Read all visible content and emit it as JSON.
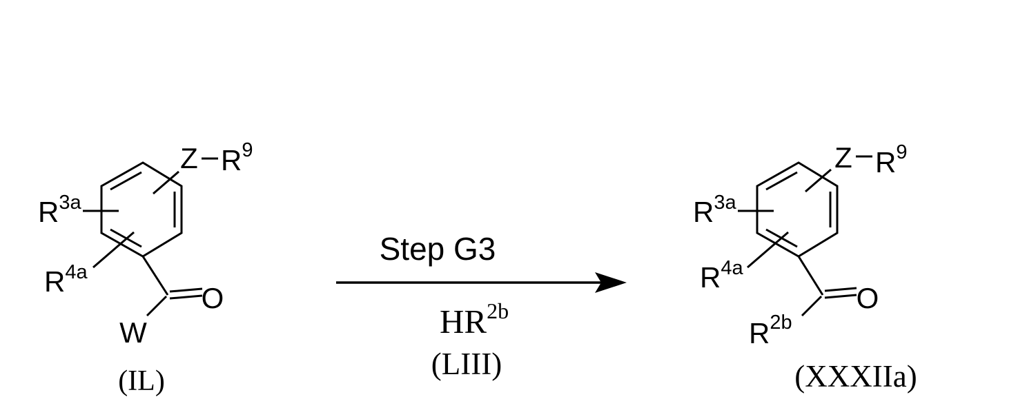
{
  "colors": {
    "ink": "#000000",
    "background": "#ffffff"
  },
  "scheme": {
    "reactant": {
      "id_label": "(IL)",
      "atoms": {
        "r3a": {
          "base": "R",
          "sup": "3a"
        },
        "r4a": {
          "base": "R",
          "sup": "4a"
        },
        "z": "Z",
        "r9": {
          "base": "R",
          "sup": "9"
        },
        "oxygen": "O",
        "w": "W"
      }
    },
    "arrow": {
      "step_label": "Step G3",
      "reagent": {
        "base": "HR",
        "sup": "2b"
      },
      "reagent_id": "(LIII)"
    },
    "product": {
      "id_label": "(XXXIIa)",
      "atoms": {
        "r3a": {
          "base": "R",
          "sup": "3a"
        },
        "r4a": {
          "base": "R",
          "sup": "4a"
        },
        "z": "Z",
        "r9": {
          "base": "R",
          "sup": "9"
        },
        "oxygen": "O",
        "r2b": {
          "base": "R",
          "sup": "2b"
        }
      }
    }
  }
}
